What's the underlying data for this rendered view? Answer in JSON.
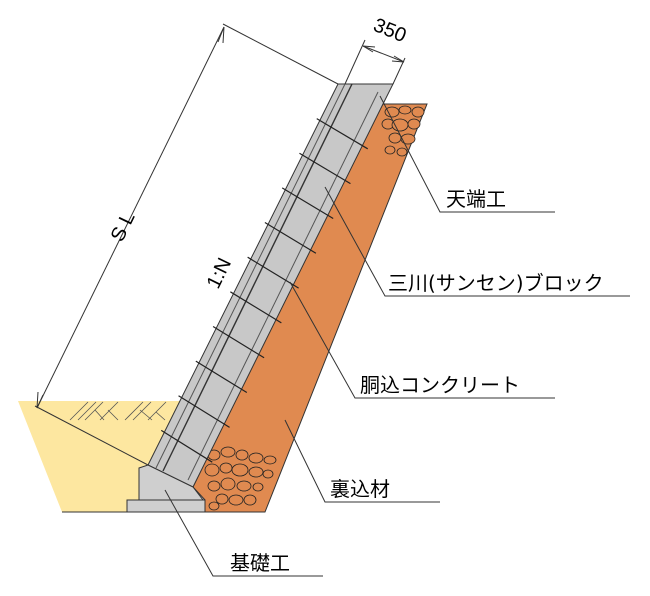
{
  "dimensions": {
    "slope_length": "S L",
    "thickness": "350",
    "gradient": "1:N"
  },
  "labels": {
    "crown": "天端工",
    "block": "三川(サンセン)ブロック",
    "filler_concrete": "胴込コンクリート",
    "backfill": "裏込材",
    "foundation": "基礎工"
  },
  "colors": {
    "block": "#c8c8c8",
    "backfill": "#e08a50",
    "soil": "#fde7a0",
    "foundation": "#cfcfcf"
  }
}
